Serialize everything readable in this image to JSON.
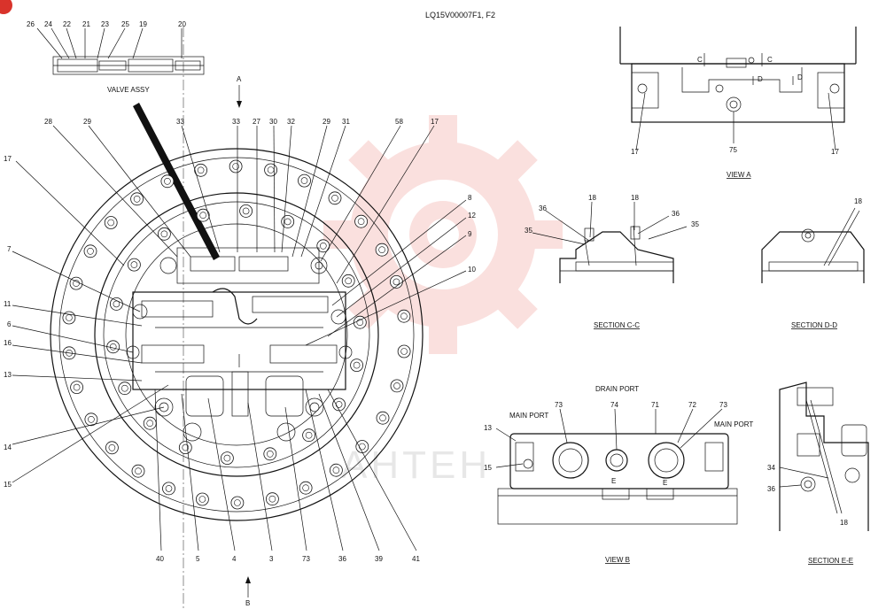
{
  "header": {
    "code": "LQ15V00007F1, F2"
  },
  "valve_assy": {
    "title": "VALVE ASSY",
    "callouts": [
      "26",
      "24",
      "22",
      "21",
      "23",
      "25",
      "19",
      "20"
    ]
  },
  "main_view": {
    "arrow_a": "A",
    "arrow_b": "B",
    "top_callouts": [
      "28",
      "29",
      "33",
      "33",
      "27",
      "30",
      "32",
      "29",
      "31",
      "58",
      "17"
    ],
    "left_callouts": [
      "17",
      "7",
      "11",
      "6",
      "16",
      "13",
      "14",
      "15"
    ],
    "right_callouts": [
      "8",
      "12",
      "9",
      "10"
    ],
    "bottom_callouts": [
      "40",
      "5",
      "4",
      "3",
      "73",
      "36",
      "39",
      "41"
    ]
  },
  "view_a": {
    "title": "VIEW A",
    "callouts": [
      "C",
      "C",
      "D",
      "D",
      "17",
      "75",
      "17"
    ]
  },
  "section_cc": {
    "title": "SECTION C-C",
    "callouts": [
      "18",
      "18",
      "36",
      "36",
      "35",
      "35"
    ]
  },
  "section_dd": {
    "title": "SECTION D-D",
    "callouts": [
      "18"
    ]
  },
  "view_b": {
    "title": "VIEW B",
    "drain_port": "DRAIN PORT",
    "main_port_left": "MAIN PORT",
    "main_port_right": "MAIN PORT",
    "callouts": [
      "73",
      "74",
      "71",
      "72",
      "73",
      "13",
      "15",
      "E",
      "E"
    ]
  },
  "section_ee": {
    "title": "SECTION E-E",
    "callouts": [
      "34",
      "36",
      "18"
    ]
  },
  "watermark": {
    "text": "AHTEH",
    "color": "#e8584e"
  }
}
